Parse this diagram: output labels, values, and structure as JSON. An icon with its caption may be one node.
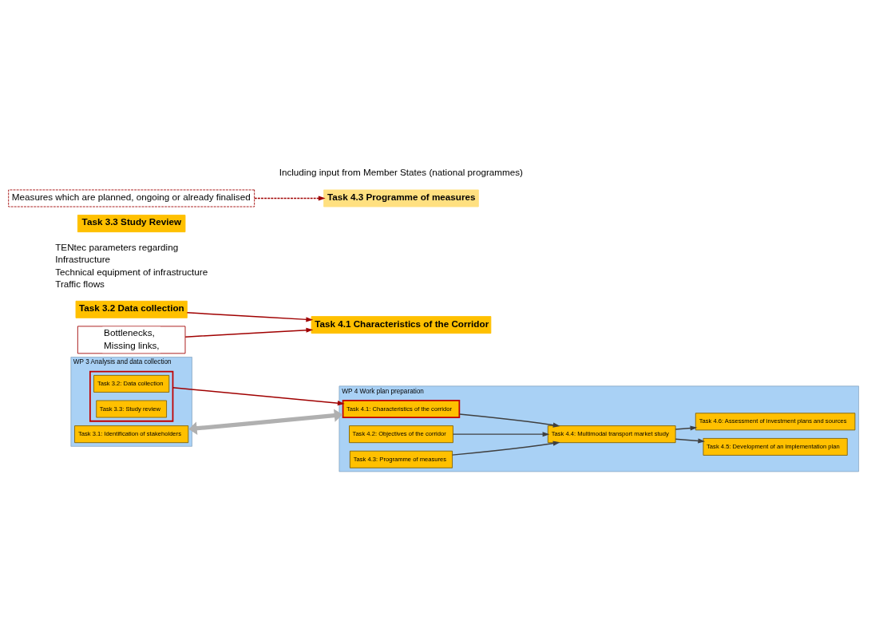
{
  "diagram": {
    "nodes": [
      {
        "text": [
          "WP 3 Analysis and data collection"
        ]
      },
      {
        "text": [
          "Task 3.1: Identification of stakeholders"
        ],
        "in": 0
      },
      {
        "text": [],
        "shape": "box",
        "in": 0
      },
      {
        "text": [
          "Task 3.2: Data collection"
        ],
        "in": 2
      },
      {
        "text": [
          "Task 3.3: Study review"
        ],
        "in": 2
      },
      {
        "text": [
          "WP 4 Work plan preparation"
        ]
      },
      {
        "text": [
          "Task 4.1: Characteristics of the corridor"
        ],
        "in": 5
      },
      {
        "text": [
          "Task 4.2: Objectives of the corridor"
        ],
        "in": 5
      },
      {
        "text": [
          "Task 4.3: Programme of measures"
        ],
        "in": 5
      },
      {
        "text": [
          "Task 4.4: Multimodal transport market study"
        ],
        "in": 5
      },
      {
        "text": [
          "Task 4.5: Development of an implementation plan"
        ],
        "in": 5
      },
      {
        "text": [
          "Task 4.6: Assessment of investment plans and sources"
        ],
        "in": 5
      },
      {
        "text": [
          "Task 3.2 Data collection"
        ],
        "beside": [
          "TENtec parameters regarding",
          "Infrastructure",
          "Technical equipment of infrastructure",
          "Traffic flows"
        ]
      },
      {
        "text": [
          "Task 3.3 Study Review"
        ]
      },
      {
        "text": [
          "Bottlenecks,",
          "Missing links,"
        ]
      },
      {
        "text": [
          "Measures which are planned, ongoing or already finalised"
        ]
      },
      {
        "text": [
          "Task 4.1 Characteristics of the Corridor"
        ]
      },
      {
        "text": [
          "Task 4.3 Programme of measures"
        ],
        "beside": [
          "Including input from Member States (national programmes)"
        ]
      }
    ],
    "edges": [
      {
        "from": 0,
        "to": 5,
        "arrow": "both",
        "color": "#b0b0b0",
        "style": "thick"
      },
      {
        "from": 2,
        "to": 6,
        "arrow": "to",
        "color": "#a00000"
      },
      {
        "from": 6,
        "to": 9,
        "arrow": "to"
      },
      {
        "from": 7,
        "to": 9,
        "arrow": "to"
      },
      {
        "from": 8,
        "to": 9,
        "arrow": "to"
      },
      {
        "from": 9,
        "to": 10,
        "arrow": "to"
      },
      {
        "from": 9,
        "to": 11,
        "arrow": "to"
      },
      {
        "from": 12,
        "to": 16,
        "arrow": "to",
        "color": "#a00000"
      },
      {
        "from": 14,
        "to": 16,
        "arrow": "to",
        "color": "#a00000"
      },
      {
        "from": 15,
        "to": 17,
        "arrow": "to",
        "style": "dashed",
        "color": "#a00000"
      }
    ]
  }
}
